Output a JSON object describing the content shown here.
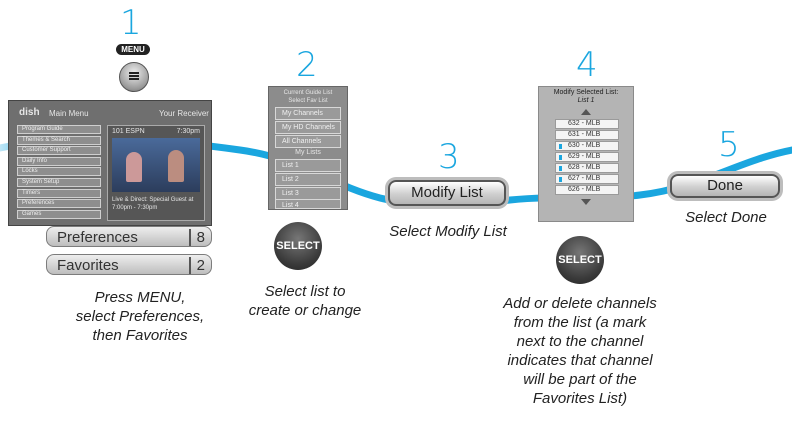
{
  "steps": [
    {
      "number": "1",
      "caption_lines": [
        "Press MENU,",
        "select Preferences,",
        "then Favorites"
      ]
    },
    {
      "number": "2",
      "caption_lines": [
        "Select list to",
        "create or change"
      ]
    },
    {
      "number": "3",
      "caption_lines": [
        "Select Modify List"
      ]
    },
    {
      "number": "4",
      "caption_lines": [
        "Add or delete channels",
        "from the list (a mark",
        "next to the channel",
        "indicates that channel",
        "will be part of the",
        "Favorites List)"
      ]
    },
    {
      "number": "5",
      "caption_lines": [
        "Select Done"
      ]
    }
  ],
  "remote": {
    "menu_label": "MENU",
    "select_label": "SELECT"
  },
  "step1_screen": {
    "brand": "dish",
    "title": "Main Menu",
    "right_title": "Your Receiver",
    "menu_items": [
      "Program Guide",
      "Themes & Search",
      "Customer Support",
      "Daily Info",
      "Locks",
      "System Setup",
      "Timers",
      "Preferences",
      "Games"
    ],
    "preview_channel": "101 ESPN",
    "preview_time": "7:30pm",
    "preview_caption": "Live & Direct: Special Guest at 7:00pm - 7:30pm"
  },
  "preferences_row": {
    "label": "Preferences",
    "number": "8"
  },
  "favorites_row": {
    "label": "Favorites",
    "number": "2"
  },
  "step2_screen": {
    "header": [
      "Current Guide List",
      "Select Fav List"
    ],
    "items": [
      "My Channels",
      "My HD Channels",
      "All Channels"
    ],
    "section": "My Lists",
    "lists": [
      "List 1",
      "List 2",
      "List 3",
      "List 4"
    ]
  },
  "step3": {
    "button_label": "Modify List"
  },
  "step4_screen": {
    "title": "Modify Selected List:",
    "subtitle": "List 1",
    "channels": [
      {
        "label": "632 - MLB",
        "marked": false
      },
      {
        "label": "631 - MLB",
        "marked": false
      },
      {
        "label": "630 - MLB",
        "marked": true
      },
      {
        "label": "629 - MLB",
        "marked": true
      },
      {
        "label": "628 - MLB",
        "marked": true
      },
      {
        "label": "627 - MLB",
        "marked": true
      },
      {
        "label": "626 - MLB",
        "marked": false
      }
    ]
  },
  "step5": {
    "button_label": "Done"
  },
  "colors": {
    "accent_blue": "#1aa6df",
    "screen_gray": "#8c8c8c"
  }
}
